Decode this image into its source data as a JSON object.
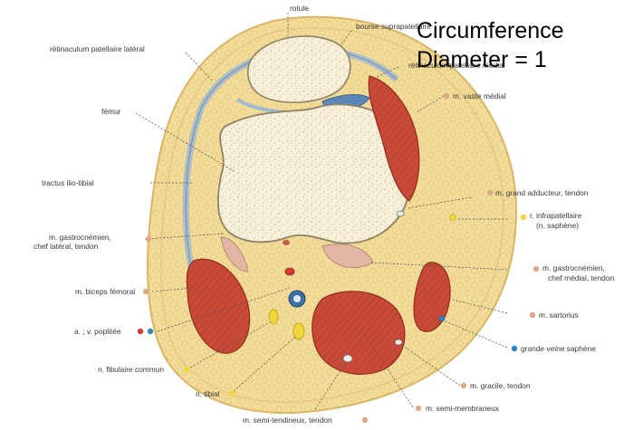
{
  "overlay": {
    "line1": "Circumference",
    "line2": "Diameter = 1"
  },
  "colors": {
    "background": "#ffffff",
    "fat": "#f3dd9a",
    "skin": "#e9c97a",
    "bone": "#f6efd9",
    "muscle": "#c94a36",
    "capsule": "#9eb8d2",
    "dot_tendon": "#e0a987",
    "dot_artery": "#d43a32",
    "dot_vein": "#2f86c6",
    "dot_nerve": "#f0d63a"
  },
  "labels": {
    "rotule": "rotule",
    "bourse": "bourse suprapatellaire",
    "retinaculum_lateral": "rétinaculum patellaire latéral",
    "retinaculum_medial": "rétinaculum patellaire médial",
    "femur": "fémur",
    "vaste_medial": "m. vaste médial",
    "tractus": "tractus ilio-tibial",
    "grand_adducteur": "m. grand adducteur, tendon",
    "infrapatellaire_1": "r. infrapatellaire",
    "infrapatellaire_2": "(n. saphène)",
    "gastro_lat_1": "m. gastrocnémien,",
    "gastro_lat_2": "chef latéral, tendon",
    "biceps": "m. biceps fémoral",
    "gastro_med_1": "m. gastrocnémien,",
    "gastro_med_2": "chef médial, tendon",
    "sartorius": "m. sartorius",
    "poplitee": "a. ; v. poplitée",
    "grande_veine": "grande veine saphène",
    "fibulaire": "n. fibulaire commun",
    "gracile": "m. gracile, tendon",
    "tibial": "n. tibial",
    "semi_membraneux": "m. semi-membraneux",
    "semi_tendineux": "m. semi-tendineux, tendon"
  }
}
